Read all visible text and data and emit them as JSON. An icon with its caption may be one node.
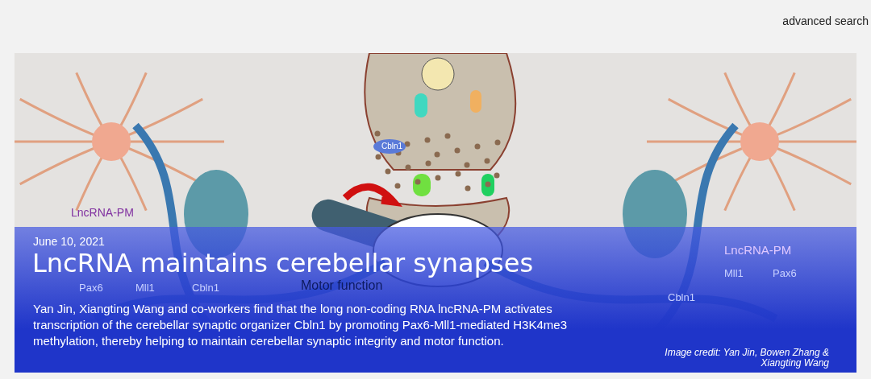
{
  "diagram": {
    "title": "LncRNA maintains cerebellar synapses",
    "labels": [
      "advanced search",
      "June 10, 2021",
      "Yan Jin, Xiangting Wang and co-workers find that the long non-coding RNA lncRNA-PM activates transcription of the cerebellar synaptic organizer Cbln1 by promoting Pax6-Mll1-mediated H3K4me3 methylation, thereby helping to maintain cerebellar synaptic integrity and motor function.",
      "Image credit: Yan Jin, Bowen Zhang & Xiangting Wang",
      "Cbln1",
      "Motor function",
      "LncRNA-PM",
      "Pax6",
      "Mll1",
      "Cbln1",
      "LncRNA-PM",
      "Pax6",
      "Mll1",
      "Cbln1"
    ]
  }
}
